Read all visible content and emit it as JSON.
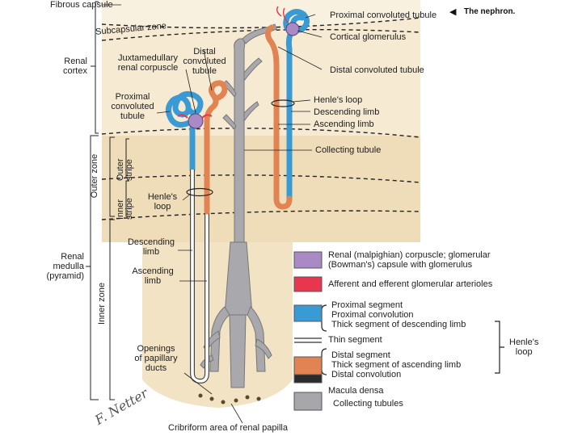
{
  "figure": {
    "title": "The nephron.",
    "title_arrow": "◀"
  },
  "colors": {
    "corpuscle": "#a98ac4",
    "arteriole": "#e8364f",
    "proximal": "#3a9bd4",
    "thin": "#ffffff",
    "distal": "#e28352",
    "macula": "#2b2b2b",
    "collecting": "#a7a7ab",
    "cortex_bg": "#f6ead2",
    "medulla_bg": "#eed9b4",
    "papilla_bg": "#f3e6cc"
  },
  "zones": {
    "fibrous_capsule": "Fibrous capsule",
    "subcapsular_zone": "Subcapsular zone",
    "renal_cortex": [
      "Renal",
      "cortex"
    ],
    "outer_zone": "Outer zone",
    "outer_stripe": [
      "Outer",
      "stripe"
    ],
    "inner_stripe": [
      "Inner",
      "stripe"
    ],
    "renal_medulla": [
      "Renal",
      "medulla",
      "(pyramid)"
    ],
    "inner_zone": "Inner zone"
  },
  "labels": {
    "juxtamedullary": [
      "Juxtamedullary",
      "renal corpuscle"
    ],
    "distal_convoluted_left": [
      "Distal",
      "convoluted",
      "tubule"
    ],
    "proximal_convoluted_left": [
      "Proximal",
      "convoluted",
      "tubule"
    ],
    "henles_loop_left": [
      "Henle's",
      "loop"
    ],
    "descending_limb_left": [
      "Descending",
      "limb"
    ],
    "ascending_limb_left": [
      "Ascending",
      "limb"
    ],
    "openings_papillary": [
      "Openings",
      "of papillary",
      "ducts"
    ],
    "cribriform": "Cribriform area of renal papilla",
    "proximal_convoluted_right": "Proximal convoluted tubule",
    "cortical_glomerulus": "Cortical glomerulus",
    "distal_convoluted_right": "Distal convoluted tubule",
    "henles_loop_right": "Henle's loop",
    "descending_limb_right": "Descending limb",
    "ascending_limb_right": "Ascending limb",
    "collecting_tubule": "Collecting tubule",
    "signature": "F. Netter"
  },
  "legend": {
    "items": [
      {
        "key": "corpuscle",
        "lines": [
          "Renal (malpighian) corpuscle; glomerular",
          "(Bowman's) capsule with glomerulus"
        ]
      },
      {
        "key": "arteriole",
        "lines": [
          "Afferent and efferent glomerular arterioles"
        ]
      },
      {
        "key": "proximal",
        "lines": [
          "Proximal segment",
          "Proximal convolution",
          "Thick segment of descending limb"
        ]
      },
      {
        "key": "thin",
        "lines": [
          "Thin segment"
        ]
      },
      {
        "key": "distal",
        "lines": [
          "Distal segment",
          "Thick segment of ascending limb",
          "Distal convolution"
        ]
      },
      {
        "key": "macula",
        "lines": [
          "Macula densa"
        ]
      },
      {
        "key": "collecting",
        "lines": [
          "Collecting tubules"
        ]
      }
    ],
    "henles_loop": [
      "Henle's",
      "loop"
    ]
  }
}
